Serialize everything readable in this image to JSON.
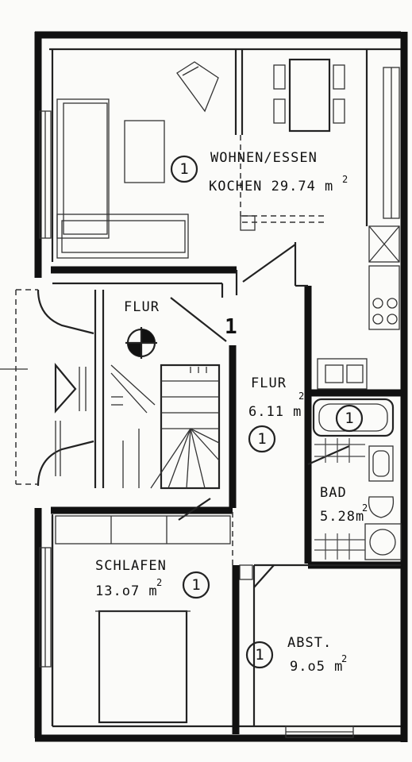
{
  "rooms": {
    "wohnen": {
      "line1": "WOHNEN/ESSEN",
      "line2": "KOCHEN 29.74 m",
      "sup": "2",
      "num": "1"
    },
    "flur_top": {
      "label": "FLUR",
      "stair_num": "1"
    },
    "flur": {
      "line1": "FLUR",
      "line2": "6.11 m",
      "sup": "2",
      "num": "1"
    },
    "bad": {
      "line1": "BAD",
      "line2": "5.28m",
      "sup": "2",
      "num": "1"
    },
    "schlafen": {
      "line1": "SCHLAFEN",
      "line2": "13.o7 m",
      "sup": "2",
      "num": "1"
    },
    "abst": {
      "line1": "ABST.",
      "line2": "9.o5 m",
      "sup": "2",
      "num": "1"
    }
  }
}
